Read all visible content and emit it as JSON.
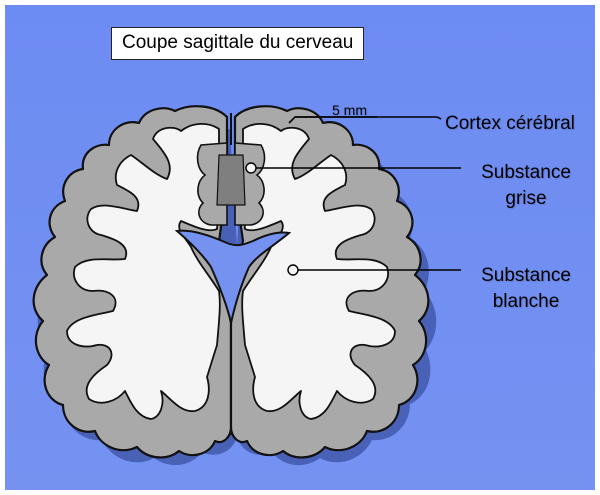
{
  "diagram": {
    "title": "Coupe sagittale du cerveau",
    "scale_label": "5 mm",
    "labels": {
      "cortex": "Cortex cérébral",
      "grise_line1": "Substance",
      "grise_line2": "grise",
      "blanche_line1": "Substance",
      "blanche_line2": "blanche"
    },
    "colors": {
      "background": "#6f8ff2",
      "grey_matter": "#a9a9a9",
      "white_matter": "#f5f5f5",
      "outline": "#111111",
      "shadow": "#3a4f9c"
    }
  }
}
